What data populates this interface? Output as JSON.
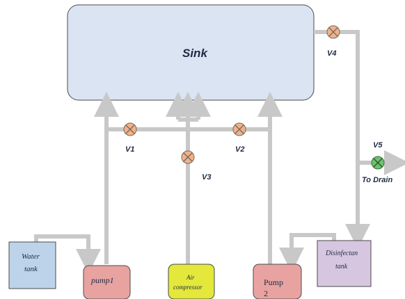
{
  "sink": {
    "label": "Sink"
  },
  "valves": {
    "v1": "V1",
    "v2": "V2",
    "v3": "V3",
    "v4": "V4",
    "v5": "V5"
  },
  "drain": {
    "label": "To Drain"
  },
  "components": {
    "water_tank": {
      "line1": "Water",
      "line2": "tank"
    },
    "pump1": {
      "label": "pump1"
    },
    "air_compressor": {
      "line1": "Air",
      "line2": "compressor"
    },
    "pump2": {
      "line1": "Pump",
      "line2": "2"
    },
    "disinfectant_tank": {
      "line1": "Disinfectan",
      "line2": "tank"
    }
  },
  "colors": {
    "sink_fill": "#dbe4f3",
    "tank_fill": "#bcd3ea",
    "pump_fill": "#e8a3a1",
    "air_fill": "#e3e83a",
    "disinfect_fill": "#d7c6e0",
    "valve_fill": "#f4b183",
    "valve_drain_fill": "#6cc26c",
    "pipe": "#c8c8c8"
  }
}
